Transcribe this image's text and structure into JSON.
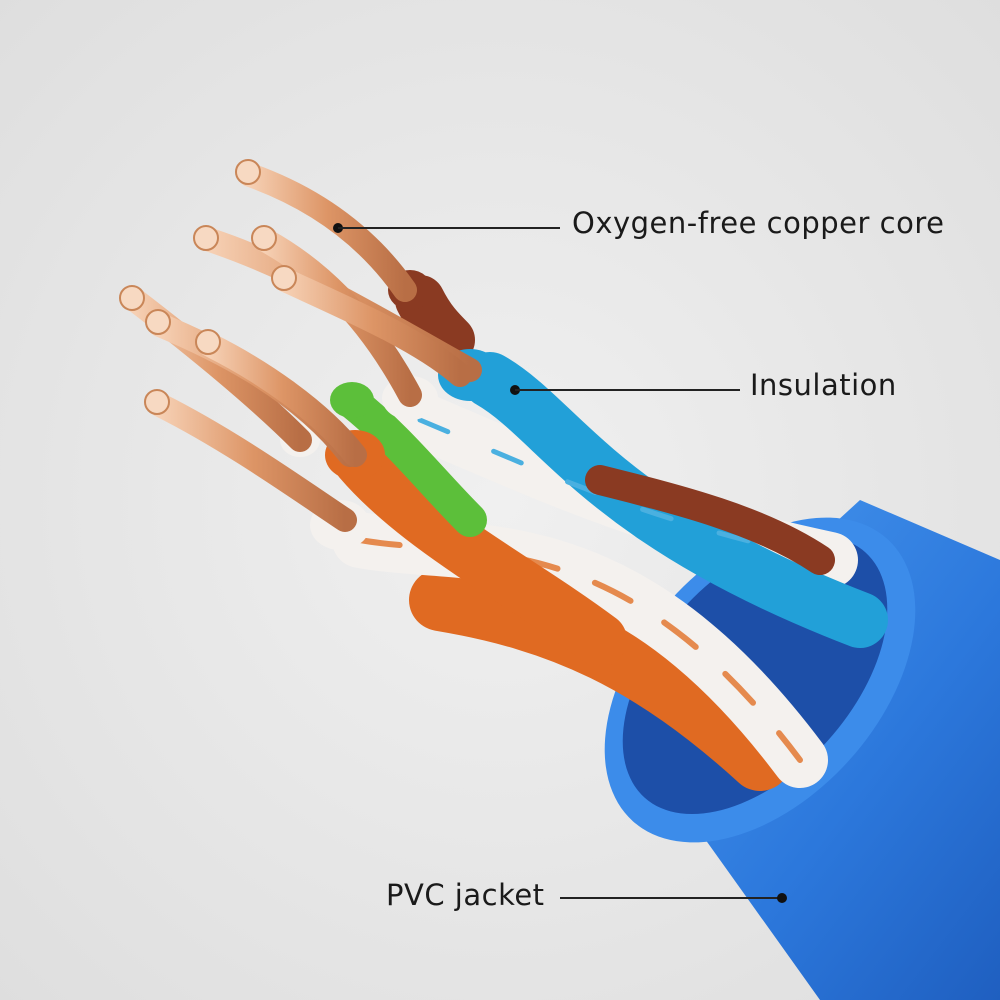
{
  "labels": {
    "copper_core": "Oxygen-free copper core",
    "insulation": "Insulation",
    "jacket": "PVC jacket"
  },
  "colors": {
    "background": "#e6e6e6",
    "jacket": "#2f7fe0",
    "copper": "#e3a27a",
    "orange": "#e06a22",
    "blue": "#22a0d8",
    "green": "#5cbf3a",
    "brown": "#8a3a22",
    "white": "#f4f1ee"
  }
}
